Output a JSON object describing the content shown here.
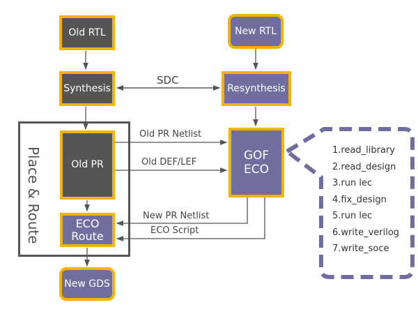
{
  "nodes": {
    "old_rtl": "Old RTL",
    "new_rtl": "New RTL",
    "synthesis": "Synthesis",
    "resynthesis": "Resynthesis",
    "old_pr": "Old PR",
    "gof_eco": "GOF\nECO",
    "gof_eco_line1": "GOF",
    "gof_eco_line2": "ECO",
    "eco_route_line1": "ECO",
    "eco_route_line2": "Route",
    "new_gds": "New GDS"
  },
  "group_label": "Place & Route",
  "edges": {
    "sdc": "SDC",
    "old_pr_netlist": "Old PR Netlist",
    "old_def_lef": "Old DEF/LEF",
    "new_pr_netlist": "New PR Netlist",
    "eco_script": "ECO Script"
  },
  "eco_steps": [
    "1.read_library",
    "2.read_design",
    "3.run lec",
    "4.fix_design",
    "5.run lec",
    "6.write_verilog",
    "7.write_soce"
  ],
  "colors": {
    "dark_node": "#555555",
    "purple_node": "#6f6e9f",
    "border": "#f5b300",
    "callout": "#6f6e9f"
  }
}
